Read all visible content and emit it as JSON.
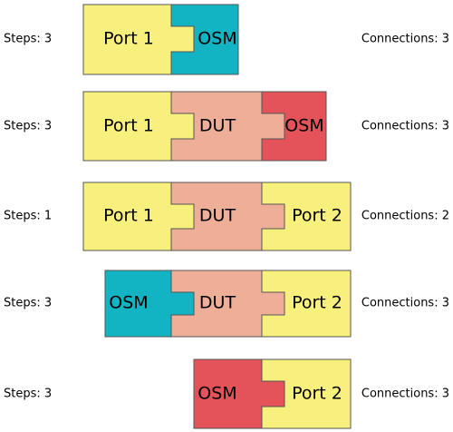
{
  "colors": {
    "port": "#f7f07c",
    "osm_teal": "#12b3c3",
    "osm_red": "#e35359",
    "dut": "#eeae98",
    "stroke": "#555555"
  },
  "rows": [
    {
      "steps_label": "Steps: 3",
      "connections_label": "Connections: 3",
      "blocks": [
        {
          "label": "Port 1",
          "kind": "port"
        },
        {
          "label": "OSM",
          "kind": "osm_teal"
        }
      ]
    },
    {
      "steps_label": "Steps: 3",
      "connections_label": "Connections: 3",
      "blocks": [
        {
          "label": "Port 1",
          "kind": "port"
        },
        {
          "label": "DUT",
          "kind": "dut"
        },
        {
          "label": "OSM",
          "kind": "osm_red"
        }
      ]
    },
    {
      "steps_label": "Steps: 1",
      "connections_label": "Connections: 2",
      "blocks": [
        {
          "label": "Port 1",
          "kind": "port"
        },
        {
          "label": "DUT",
          "kind": "dut"
        },
        {
          "label": "Port 2",
          "kind": "port"
        }
      ]
    },
    {
      "steps_label": "Steps: 3",
      "connections_label": "Connections: 3",
      "blocks": [
        {
          "label": "OSM",
          "kind": "osm_teal"
        },
        {
          "label": "DUT",
          "kind": "dut"
        },
        {
          "label": "Port 2",
          "kind": "port"
        }
      ]
    },
    {
      "steps_label": "Steps: 3",
      "connections_label": "Connections: 3",
      "blocks": [
        {
          "label": "OSM",
          "kind": "osm_red"
        },
        {
          "label": "Port 2",
          "kind": "port"
        }
      ]
    }
  ]
}
